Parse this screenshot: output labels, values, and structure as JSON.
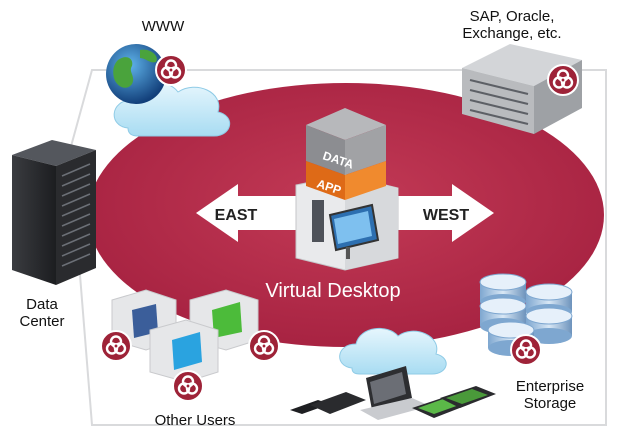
{
  "nodes": {
    "www": {
      "label": "WWW"
    },
    "sap": {
      "lines": [
        "SAP, Oracle,",
        "Exchange, etc."
      ]
    },
    "data_center": {
      "lines": [
        "Data",
        "Center"
      ]
    },
    "other_users": {
      "label": "Other Users"
    },
    "enterprise_storage": {
      "lines": [
        "Enterprise",
        "Storage"
      ]
    },
    "virtual_desktop": {
      "label": "Virtual Desktop"
    }
  },
  "arrows": {
    "east": "EAST",
    "west": "WEST"
  },
  "stack": {
    "top": "DATA",
    "bottom": "APP"
  },
  "colors": {
    "ellipse": "#a8243f",
    "ellipse_light": "#c9455d",
    "biohazard": "#9e2338",
    "stack_top": "#8f9093",
    "stack_app": "#e8731c",
    "cloud": "#bfe6f6"
  },
  "icons": [
    "globe-icon",
    "server-icon",
    "server-rack-icon",
    "workstation-icon",
    "database-icon",
    "biohazard-icon",
    "laptop-icon",
    "tablet-icon",
    "phone-icon"
  ]
}
